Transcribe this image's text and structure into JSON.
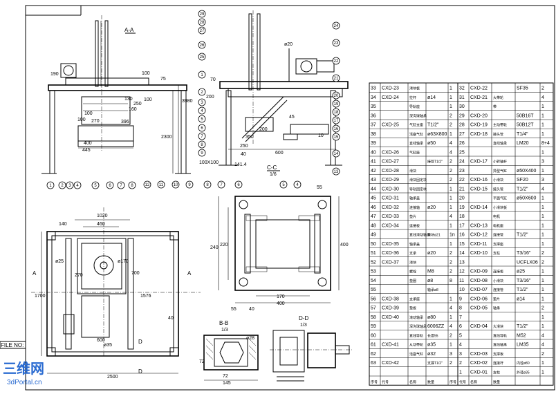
{
  "labels": {
    "section_aa": "A-A",
    "section_cc": "C-C",
    "scale_cc": "1/6",
    "section_bb": "B-B",
    "scale_bb": "1/3",
    "section_dd": "D-D",
    "scale_dd": "1/3",
    "file_no": "FILE NO:",
    "watermark_logo": "三维网",
    "watermark_url": "3dPortal.cn"
  },
  "dims_aa": [
    "190",
    "130",
    "100",
    "75",
    "250",
    "160",
    "100",
    "100",
    "396",
    "270",
    "100",
    "400",
    "445",
    "2300",
    "3980"
  ],
  "dims_cc": [
    "ø20",
    "70",
    "200",
    "45",
    "200",
    "350",
    "600",
    "250",
    "100X100",
    "141.4",
    "40",
    "10"
  ],
  "dims_plan": [
    "1020",
    "460",
    "140",
    "ø25",
    "270",
    "ø170",
    "700",
    "1576",
    "1700",
    "40",
    "600",
    "ø35",
    "2500",
    "A",
    "A",
    "D",
    "D"
  ],
  "dims_detail": [
    "55",
    "240",
    "220",
    "400",
    "170",
    "400",
    "55",
    "40"
  ],
  "dims_bb": [
    "ø28",
    "72",
    "72",
    "145"
  ],
  "balloons_top": [
    "29",
    "28",
    "27",
    "26",
    "25"
  ],
  "balloons_cc": [
    "24",
    "23",
    "22",
    "21",
    "20",
    "19",
    "18",
    "17",
    "16",
    "15",
    "14",
    "13"
  ],
  "balloons_cc_left": [
    "1",
    "2",
    "3",
    "4",
    "5",
    "6",
    "7",
    "8",
    "9"
  ],
  "balloons_bottom": [
    "12",
    "11",
    "10",
    "9",
    "8",
    "7",
    "6",
    "5",
    "4"
  ],
  "balloons_plan": [
    "1",
    "2",
    "3",
    "4",
    "5",
    "6",
    "7",
    "8"
  ],
  "bom_headers": [
    "序号",
    "代号",
    "名称",
    "数量",
    "序号",
    "代号",
    "名称",
    "数量"
  ],
  "bom_rows": [
    [
      "33",
      "CXD-23",
      "滑块板",
      "",
      "1",
      "32",
      "CXD-22",
      "",
      "SF35",
      "2"
    ],
    [
      "34",
      "CXD-24",
      "拉杆",
      "ø14",
      "1",
      "31",
      "CXD-21",
      "大带轮",
      "",
      "4"
    ],
    [
      "35",
      "",
      "导轨座",
      "",
      "1",
      "30",
      "",
      "带",
      "",
      "1"
    ],
    [
      "36",
      "",
      "深沟球轴承",
      "",
      "2",
      "29",
      "CXD-20",
      "",
      "50B16T",
      "1"
    ],
    [
      "37",
      "CXD-25",
      "气缸支座",
      "T1/2\"",
      "2",
      "28",
      "CXD-19",
      "主动带轮",
      "50B12T",
      "1"
    ],
    [
      "38",
      "",
      "活塞气缸",
      "ø63X800",
      "1",
      "27",
      "CXD-18",
      "接头管",
      "T1/4\"",
      "1"
    ],
    [
      "39",
      "",
      "直线轴承",
      "ø50",
      "4",
      "26",
      "",
      "直线轴承",
      "LM20",
      "8+4"
    ],
    [
      "40",
      "CXD-26",
      "气缸座",
      "",
      "4",
      "25",
      "",
      "",
      "",
      "1"
    ],
    [
      "41",
      "CXD-27",
      "",
      "接管T1/2\"",
      "2",
      "24",
      "CXD-17",
      "小转轴杆",
      "",
      "3"
    ],
    [
      "42",
      "CXD-28",
      "滑块",
      "",
      "2",
      "23",
      "",
      "异型气缸",
      "ø50X400",
      "1"
    ],
    [
      "43",
      "CXD-29",
      "滑块固定块",
      "",
      "2",
      "22",
      "CXD-16",
      "小滑块",
      "SF20",
      "3"
    ],
    [
      "44",
      "CXD-30",
      "导轨固定块",
      "",
      "1",
      "21",
      "CXD-15",
      "接头管",
      "T1/2\"",
      "4"
    ],
    [
      "45",
      "CXD-31",
      "轴承盖",
      "",
      "1",
      "20",
      "",
      "平面气缸",
      "ø50X600",
      "1"
    ],
    [
      "46",
      "CXD-32",
      "连接轴",
      "ø20",
      "1",
      "19",
      "CXD-14",
      "小滑块板",
      "",
      "1"
    ],
    [
      "47",
      "CXD-33",
      "垫片",
      "",
      "4",
      "18",
      "",
      "电机",
      "",
      "1"
    ],
    [
      "48",
      "CXD-34",
      "连接板",
      "",
      "1",
      "17",
      "CXD-13",
      "电机座",
      "",
      "1"
    ],
    [
      "49",
      "",
      "直线滑动轴承",
      "滑块ø21",
      "1n",
      "16",
      "CXD-12",
      "连接管",
      "T1/2\"",
      "1"
    ],
    [
      "50",
      "CXD-35",
      "轴承盖",
      "",
      "1",
      "15",
      "CXD-11",
      "支撑座",
      "",
      "1"
    ],
    [
      "51",
      "CXD-36",
      "支承",
      "ø20",
      "2",
      "14",
      "CXD-10",
      "支柱",
      "T3/16\"",
      "2"
    ],
    [
      "52",
      "CXD-37",
      "滑块",
      "",
      "2",
      "13",
      "",
      "",
      "UCFLX06",
      "2"
    ],
    [
      "53",
      "",
      "螺栓",
      "M8",
      "2",
      "12",
      "CXD-09",
      "连接板",
      "ø25",
      "1"
    ],
    [
      "54",
      "",
      "垫圈",
      "ø8",
      "8",
      "11",
      "CXD-08",
      "小滑块",
      "T3/16\"",
      "1"
    ],
    [
      "55",
      "",
      "",
      "轴承ø8",
      "",
      "10",
      "CXD-07",
      "连接管",
      "T1/2\"",
      "1"
    ],
    [
      "56",
      "CXD-38",
      "支承座",
      "",
      "1",
      "9",
      "CXD-06",
      "垫片",
      "ø14",
      "1"
    ],
    [
      "57",
      "CXD-39",
      "垫板",
      "",
      "4",
      "8",
      "CXD-05",
      "轴承",
      "",
      "2"
    ],
    [
      "58",
      "CXD-40",
      "滚动轴承",
      "ø80",
      "1",
      "7",
      "",
      "",
      "",
      "1"
    ],
    [
      "59",
      "",
      "深沟球轴承",
      "6006ZZ",
      "4",
      "6",
      "CXD-04",
      "大滑块",
      "T1/2\"",
      "1"
    ],
    [
      "60",
      "",
      "直线导轨",
      "长度55",
      "2",
      "5",
      "",
      "直线导轨",
      "M52",
      "4"
    ],
    [
      "61",
      "CXD-41",
      "从动带轮",
      "ø35",
      "1",
      "4",
      "",
      "直线轴承",
      "LM35",
      "4"
    ],
    [
      "62",
      "",
      "活塞气缸",
      "ø32",
      "3",
      "3",
      "CXD-03",
      "支撑板",
      "",
      "2"
    ],
    [
      "63",
      "CXD-42",
      "",
      "支撑T1/2\"",
      "2",
      "2",
      "CXD-02",
      "连接杆",
      "内径ø80",
      "1"
    ],
    [
      "",
      "",
      "",
      "",
      "",
      "1",
      "CXD-01",
      "支柱",
      "外径ø35",
      "1"
    ]
  ],
  "colors": {
    "ink": "#000000",
    "watermark": "#2a6bd1",
    "paper": "#ffffff"
  }
}
